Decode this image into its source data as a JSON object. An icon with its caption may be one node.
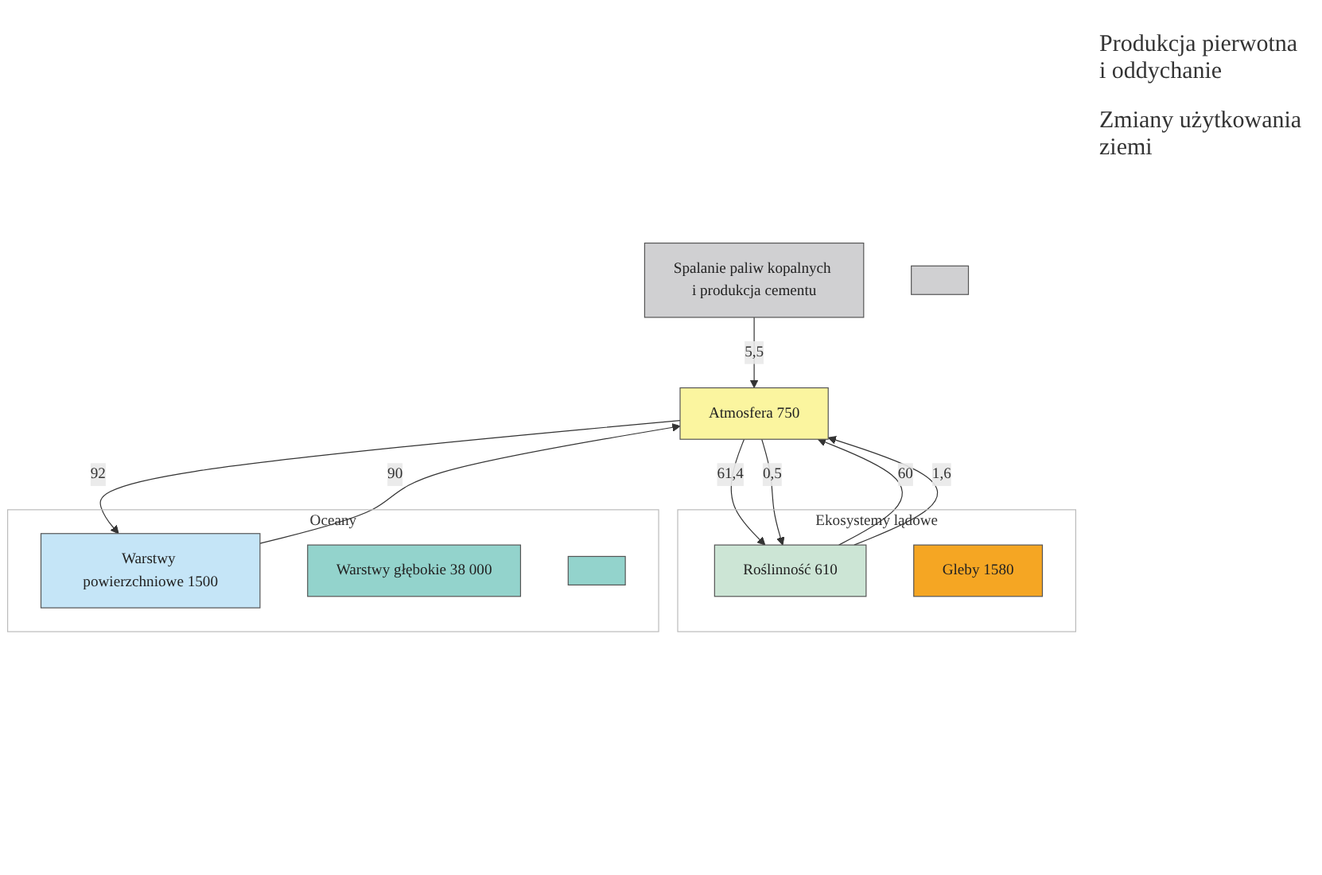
{
  "diagram": {
    "nodes": [
      {
        "text": [
          "Atmosfera 750"
        ]
      },
      {
        "text": [
          "Spalanie paliw kopalnych i produkcja cementu"
        ]
      },
      {
        "text": [],
        "shape": "box"
      },
      {
        "text": [
          "Ekosystemy lądowe"
        ]
      },
      {
        "text": [
          "Roślinność 610"
        ],
        "in": 3
      },
      {
        "text": [
          "Gleby 1580"
        ],
        "in": 3
      },
      {
        "text": [
          "Oceany"
        ]
      },
      {
        "text": [
          "Warstwy powierzchniowe 1500"
        ],
        "in": 6
      },
      {
        "text": [
          "Warstwy głębokie 38 000"
        ],
        "in": 6
      },
      {
        "text": [],
        "shape": "box",
        "in": 6
      }
    ],
    "edges": [
      {
        "from": 1,
        "to": 0,
        "arrow": "to",
        "label": "5,5"
      },
      {
        "from": 0,
        "to": 4,
        "arrow": "to",
        "label": "61,4"
      },
      {
        "from": 4,
        "to": 0,
        "arrow": "to",
        "label": "60"
      },
      {
        "from": 0,
        "to": 4,
        "arrow": "to",
        "label": "0,5"
      },
      {
        "from": 4,
        "to": 0,
        "arrow": "to",
        "label": "1,6"
      },
      {
        "from": 0,
        "to": 7,
        "arrow": "to",
        "label": "92"
      },
      {
        "from": 7,
        "to": 0,
        "arrow": "to",
        "label": "90"
      }
    ],
    "labels": [
      "Produkcja pierwotna i oddychanie",
      "Zmiany użytkowania ziemi"
    ]
  }
}
